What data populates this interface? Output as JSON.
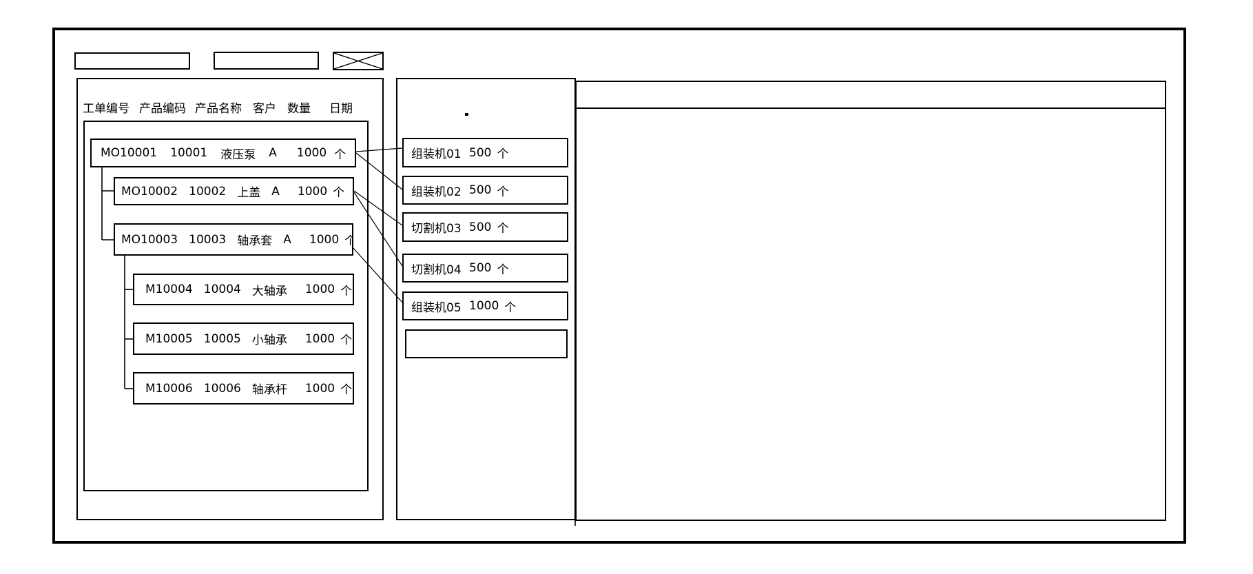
{
  "colors": {
    "line": "#000000",
    "background": "#ffffff",
    "text": "#000000"
  },
  "toolbar": {
    "field1_value": "",
    "field2_value": "",
    "close_box": "X"
  },
  "order_panel": {
    "columns": [
      "工单编号",
      "产品编码",
      "产品名称",
      "客户",
      "数量",
      "日期"
    ],
    "orders": [
      {
        "order_no": "MO10001",
        "product_code": "10001",
        "product_name": "液压泵",
        "customer": "A",
        "qty": "1000",
        "unit": "个"
      },
      {
        "order_no": "MO10002",
        "product_code": "10002",
        "product_name": "上盖",
        "customer": "A",
        "qty": "1000",
        "unit": "个"
      },
      {
        "order_no": "MO10003",
        "product_code": "10003",
        "product_name": "轴承套",
        "customer": "A",
        "qty": "1000",
        "unit": "个"
      },
      {
        "order_no": "M10004",
        "product_code": "10004",
        "product_name": "大轴承",
        "customer": "",
        "qty": "1000",
        "unit": "个"
      },
      {
        "order_no": "M10005",
        "product_code": "10005",
        "product_name": "小轴承",
        "customer": "",
        "qty": "1000",
        "unit": "个"
      },
      {
        "order_no": "M10006",
        "product_code": "10006",
        "product_name": "轴承杆",
        "customer": "",
        "qty": "1000",
        "unit": "个"
      }
    ]
  },
  "machine_panel": {
    "stray_mark": ".",
    "machines": [
      {
        "name": "组装机01",
        "qty": "500",
        "unit": "个"
      },
      {
        "name": "组装机02",
        "qty": "500",
        "unit": "个"
      },
      {
        "name": "切割机03",
        "qty": "500",
        "unit": "个"
      },
      {
        "name": "切割机04",
        "qty": "500",
        "unit": "个"
      },
      {
        "name": "组装机05",
        "qty": "1000",
        "unit": "个"
      },
      {
        "name": "",
        "qty": "",
        "unit": ""
      }
    ]
  },
  "links": [
    {
      "from": "MO10001",
      "to": "组装机01"
    },
    {
      "from": "MO10001",
      "to": "组装机02"
    },
    {
      "from": "MO10002",
      "to": "切割机03"
    },
    {
      "from": "MO10002",
      "to": "切割机04"
    },
    {
      "from": "MO10003",
      "to": "组装机05"
    }
  ],
  "detail_panel": {
    "content": ""
  }
}
